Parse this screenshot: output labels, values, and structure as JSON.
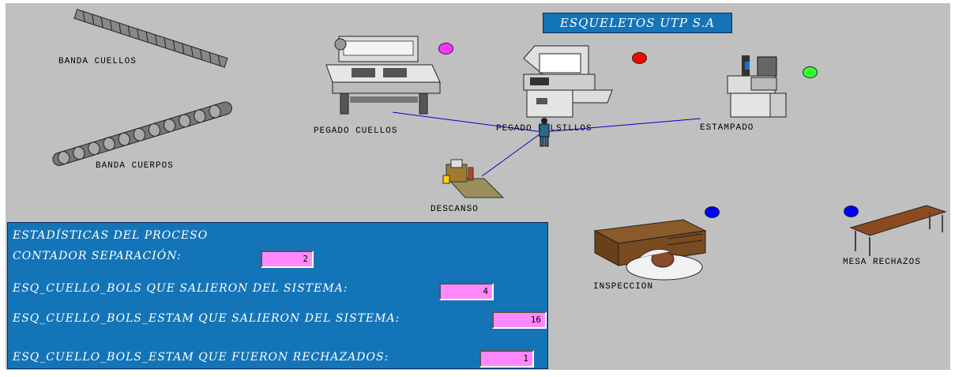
{
  "header": {
    "title": "ESQUELETOS UTP S.A"
  },
  "stations": {
    "banda_cuellos": "BANDA CUELLOS",
    "banda_cuerpos": "BANDA CUERPOS",
    "pegado_cuellos": "PEGADO CUELLOS",
    "pegado_bolsillos": "PEGADO BOLSILLOS",
    "estampado": "ESTAMPADO",
    "descanso": "DESCANSO",
    "inspeccion": "INSPECCION",
    "mesa_rechazos": "MESA RECHAZOS"
  },
  "status_colors": {
    "pegado_cuellos": "#ff33ff",
    "pegado_bolsillos": "#ff0000",
    "estampado": "#33ff33",
    "inspeccion": "#0000ff",
    "mesa_rechazos": "#0000ff"
  },
  "stats": {
    "heading": "ESTADÍSTICAS DEL PROCESO",
    "contador_label": "CONTADOR SEPARACIÓN:",
    "contador_value": "2",
    "cuello_bols_label": "ESQ_CUELLO_BOLS QUE SALIERON DEL SISTEMA:",
    "cuello_bols_value": "4",
    "estam_label": "ESQ_CUELLO_BOLS_ESTAM QUE SALIERON DEL SISTEMA:",
    "estam_value": "16",
    "rechazados_label": "ESQ_CUELLO_BOLS_ESTAM QUE FUERON RECHAZADOS:",
    "rechazados_value": "1"
  },
  "icons": {
    "banda_cuellos": "conveyor-icon",
    "banda_cuerpos": "roller-conveyor-icon",
    "pegado_cuellos": "press-machine-icon",
    "pegado_bolsillos": "sewing-machine-icon",
    "estampado": "stamping-machine-icon",
    "descanso": "rest-station-icon",
    "operario": "worker-icon",
    "inspeccion": "inspection-desk-icon",
    "mesa_rechazos": "reject-table-icon"
  }
}
